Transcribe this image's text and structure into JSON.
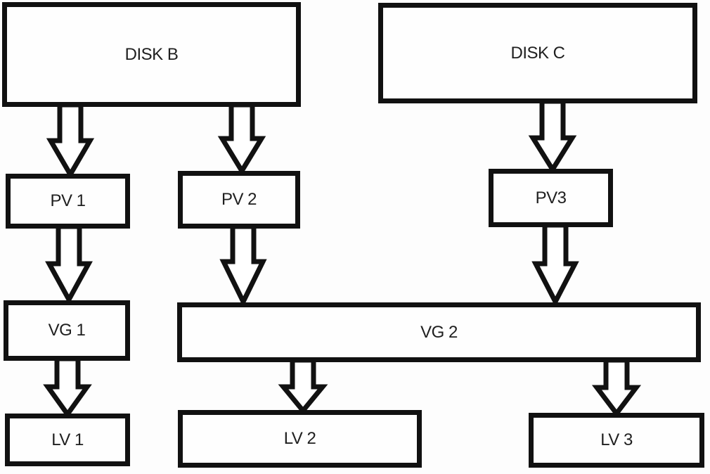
{
  "colors": {
    "line": "#111111",
    "background": "#ffffff",
    "text": "#1f1f1f"
  },
  "nodes": {
    "disk_b": {
      "label": "DISK B"
    },
    "disk_c": {
      "label": "DISK C"
    },
    "pv1": {
      "label": "PV 1"
    },
    "pv2": {
      "label": "PV 2"
    },
    "pv3": {
      "label": "PV3"
    },
    "vg1": {
      "label": "VG 1"
    },
    "vg2": {
      "label": "VG 2"
    },
    "lv1": {
      "label": "LV 1"
    },
    "lv2": {
      "label": "LV 2"
    },
    "lv3": {
      "label": "LV 3"
    }
  },
  "edges": [
    {
      "from": "disk_b",
      "to": "pv1"
    },
    {
      "from": "disk_b",
      "to": "pv2"
    },
    {
      "from": "disk_c",
      "to": "pv3"
    },
    {
      "from": "pv1",
      "to": "vg1"
    },
    {
      "from": "pv2",
      "to": "vg2"
    },
    {
      "from": "pv3",
      "to": "vg2"
    },
    {
      "from": "vg1",
      "to": "lv1"
    },
    {
      "from": "vg2",
      "to": "lv2"
    },
    {
      "from": "vg2",
      "to": "lv3"
    }
  ]
}
